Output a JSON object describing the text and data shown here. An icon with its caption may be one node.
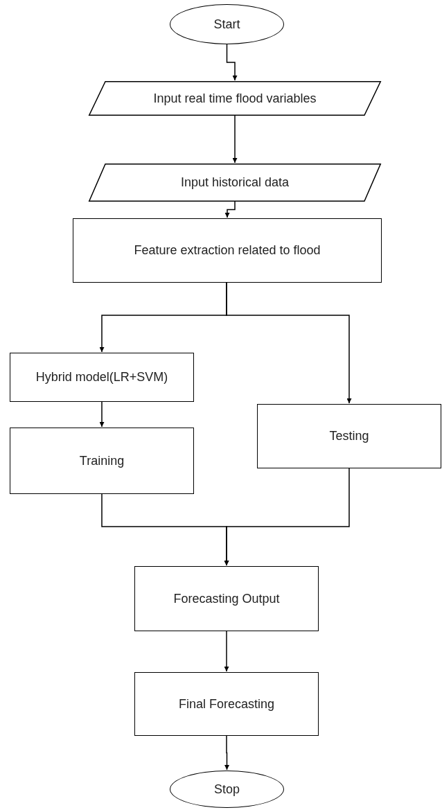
{
  "diagram": {
    "nodes": [
      {
        "text": [
          "Start"
        ]
      },
      {
        "text": [
          "Input real time flood variables"
        ]
      },
      {
        "text": [
          "Input historical data"
        ]
      },
      {
        "text": [
          "Feature extraction related to flood"
        ]
      },
      {
        "text": [
          "Hybrid model(LR+SVM)"
        ]
      },
      {
        "text": [
          "Testing"
        ]
      },
      {
        "text": [
          "Training"
        ]
      },
      {
        "text": [
          "Forecasting Output"
        ]
      },
      {
        "text": [
          "Final Forecasting"
        ]
      },
      {
        "text": [
          "Stop"
        ]
      }
    ],
    "edges": [
      {
        "from": 0,
        "to": 1,
        "arrow": "to"
      },
      {
        "from": 1,
        "to": 2,
        "arrow": "to"
      },
      {
        "from": 2,
        "to": 3,
        "arrow": "to"
      },
      {
        "from": 3,
        "to": 4,
        "arrow": "to"
      },
      {
        "from": 3,
        "to": 5,
        "arrow": "to"
      },
      {
        "from": 4,
        "to": 6,
        "arrow": "to"
      },
      {
        "from": 6,
        "to": 7,
        "arrow": "to"
      },
      {
        "from": 5,
        "to": 7,
        "arrow": "to"
      },
      {
        "from": 7,
        "to": 8,
        "arrow": "to"
      },
      {
        "from": 8,
        "to": 9,
        "arrow": "to"
      }
    ]
  }
}
